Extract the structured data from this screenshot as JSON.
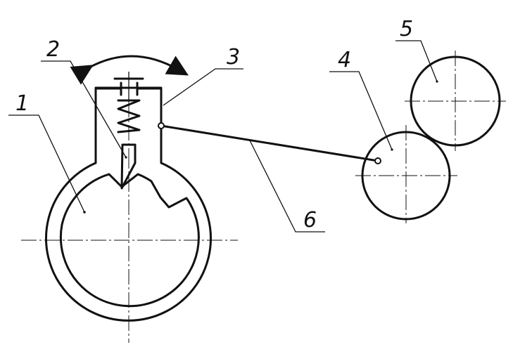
{
  "labels": {
    "part1": "1",
    "part2": "2",
    "part3": "3",
    "part4": "4",
    "part5": "5",
    "part6": "6"
  }
}
